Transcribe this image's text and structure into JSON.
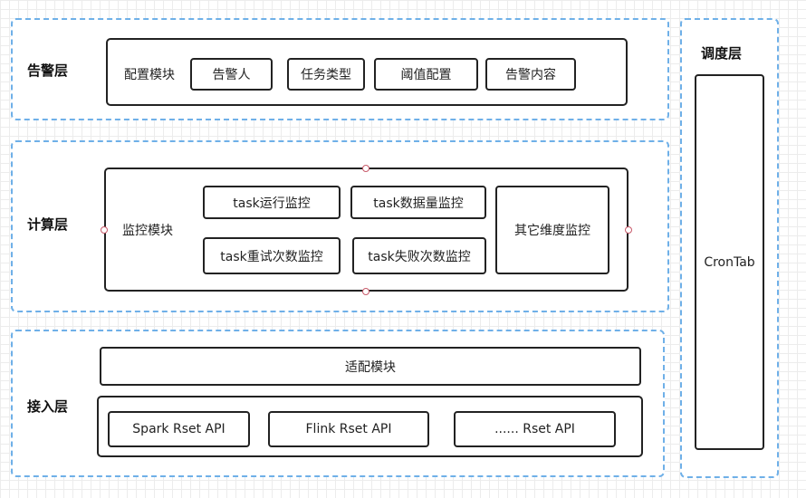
{
  "alert_layer": {
    "title": "告警层",
    "module_label": "配置模块",
    "items": [
      "告警人",
      "任务类型",
      "阈值配置",
      "告警内容"
    ]
  },
  "compute_layer": {
    "title": "计算层",
    "module_label": "监控模块",
    "items": [
      "task运行监控",
      "task数据量监控",
      "task重试次数监控",
      "task失败次数监控"
    ],
    "other": "其它维度监控"
  },
  "access_layer": {
    "title": "接入层",
    "adapter": "适配模块",
    "apis": [
      "Spark Rset API",
      "Flink Rset API",
      "...... Rset API"
    ]
  },
  "schedule_layer": {
    "title": "调度层",
    "cron": "CronTab"
  }
}
